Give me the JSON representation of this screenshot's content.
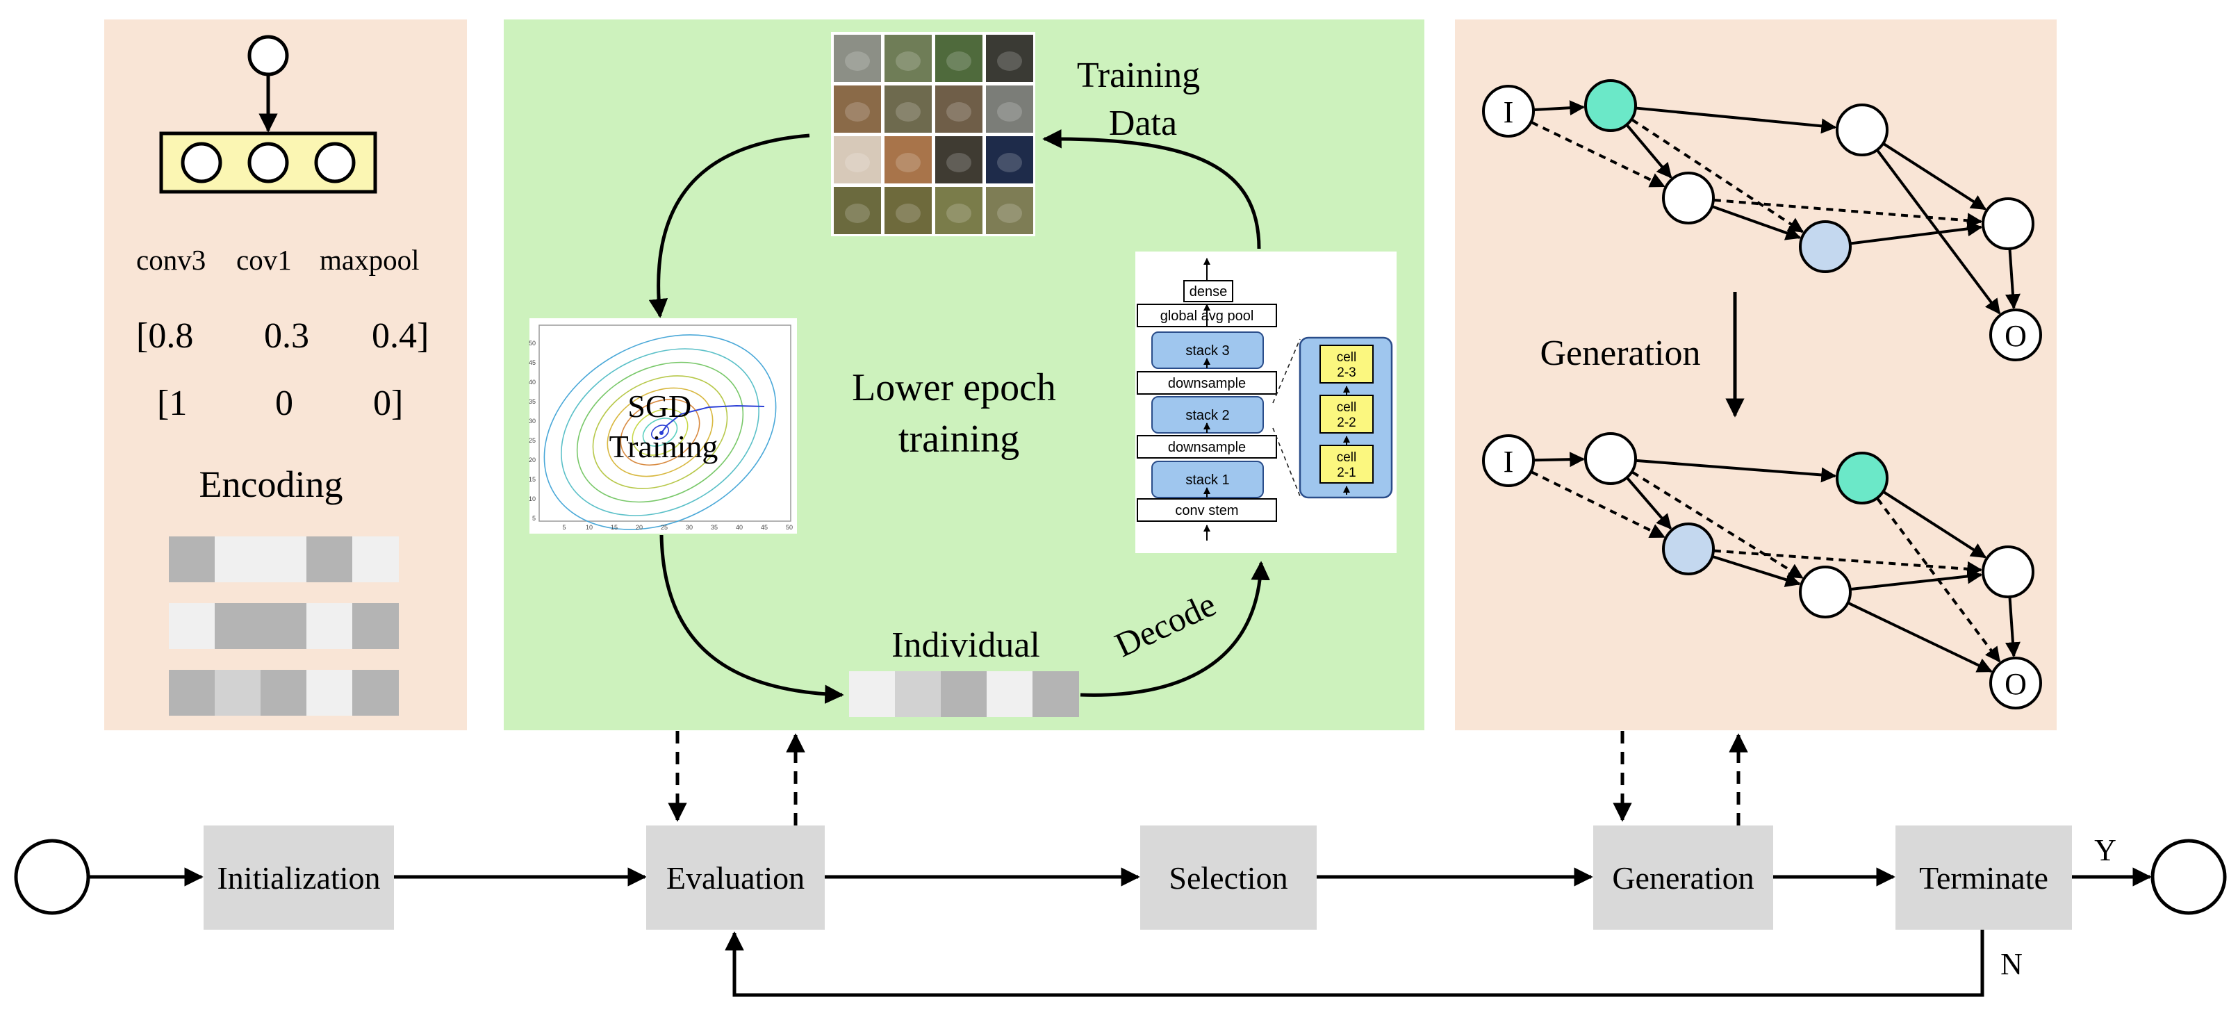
{
  "colors": {
    "encoding_panel_bg": "#f9e5d6",
    "training_panel_bg": "#cdf2bd",
    "generation_panel_bg": "#f9e5d6",
    "process_box": "#d9d9d9",
    "chosen_op_box": "#fbf6b3",
    "cell_node_teal": "#6be8c8",
    "cell_node_blue": "#c4d8ef",
    "stack_blue": "#9fc6ee",
    "cell_yellow": "#fbf77f",
    "gene_dark": "#b4b4b4",
    "gene_light": "#f0f0f0",
    "gene_mid": "#d2d2d2"
  },
  "encoding_panel": {
    "op_labels": [
      "conv3",
      "cov1",
      "maxpool"
    ],
    "weights_row": [
      "[0.8",
      "0.3",
      "0.4]"
    ],
    "onehot_row": [
      "[1",
      "0",
      "0]"
    ],
    "title": "Encoding",
    "gene_rows": [
      [
        "dark",
        "light",
        "light",
        "dark",
        "light"
      ],
      [
        "light",
        "dark",
        "dark",
        "light",
        "dark"
      ],
      [
        "dark",
        "mid",
        "dark",
        "light",
        "dark"
      ]
    ]
  },
  "training_panel": {
    "training_data_label": [
      "Training",
      "Data"
    ],
    "sgd_label": [
      "SGD",
      "Training"
    ],
    "center_label": [
      "Lower epoch",
      "training"
    ],
    "individual_label": "Individual",
    "decode_label": "Decode",
    "individual_genes": [
      "light",
      "mid",
      "dark",
      "light",
      "dark"
    ],
    "image_tiles": [
      [
        "#8c8f86",
        "#6f7d57",
        "#4f6a3c",
        "#3a3a34"
      ],
      [
        "#8a6a48",
        "#6e6a4e",
        "#6f5e48",
        "#7b7d78"
      ],
      [
        "#d7c9b9",
        "#a8744a",
        "#3f3b32",
        "#1e2b4a"
      ],
      [
        "#6b6a3e",
        "#6e6a3c",
        "#7a7c4a",
        "#7e7d55"
      ]
    ],
    "contour_plot": {
      "y_ticks": [
        "5",
        "10",
        "15",
        "20",
        "25",
        "30",
        "35",
        "40",
        "45",
        "50"
      ],
      "x_ticks": [
        "5",
        "10",
        "15",
        "20",
        "25",
        "30",
        "35",
        "40",
        "45",
        "50"
      ]
    },
    "architecture": {
      "blocks": [
        "dense",
        "global avg pool",
        "stack 3",
        "downsample",
        "stack 2",
        "downsample",
        "stack 1",
        "conv stem"
      ],
      "cells": [
        "cell\n2-3",
        "cell\n2-2",
        "cell\n2-1"
      ]
    }
  },
  "generation_panel": {
    "graph_top_labels": {
      "input": "I",
      "output": "O"
    },
    "graph_bottom_labels": {
      "input": "I",
      "output": "O"
    },
    "arrow_label": "Generation"
  },
  "process": {
    "boxes": [
      "Initialization",
      "Evaluation",
      "Selection",
      "Generation",
      "Terminate"
    ],
    "yes_label": "Y",
    "no_label": "N"
  }
}
